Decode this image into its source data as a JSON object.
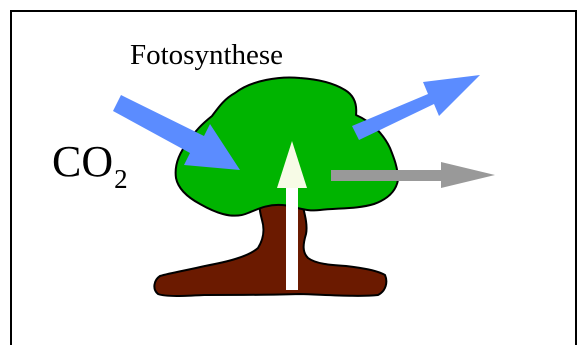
{
  "diagram": {
    "title": "Fotosynthese",
    "co2_main": "CO",
    "co2_subscript": "2",
    "colors": {
      "frame": "#000000",
      "canopy": "#00b400",
      "trunk": "#6b1a00",
      "blue_arrow": "#5b8cff",
      "gray_arrow": "#999999",
      "white_arrow_fill": "#ffffff",
      "white_arrow_head": "#f7fbe6"
    },
    "icons": {
      "tree": "tree-icon",
      "arrow_in": "blue-arrow-icon",
      "arrow_out": "blue-arrow-icon",
      "arrow_right": "gray-arrow-icon",
      "arrow_up": "white-arrow-icon"
    }
  }
}
